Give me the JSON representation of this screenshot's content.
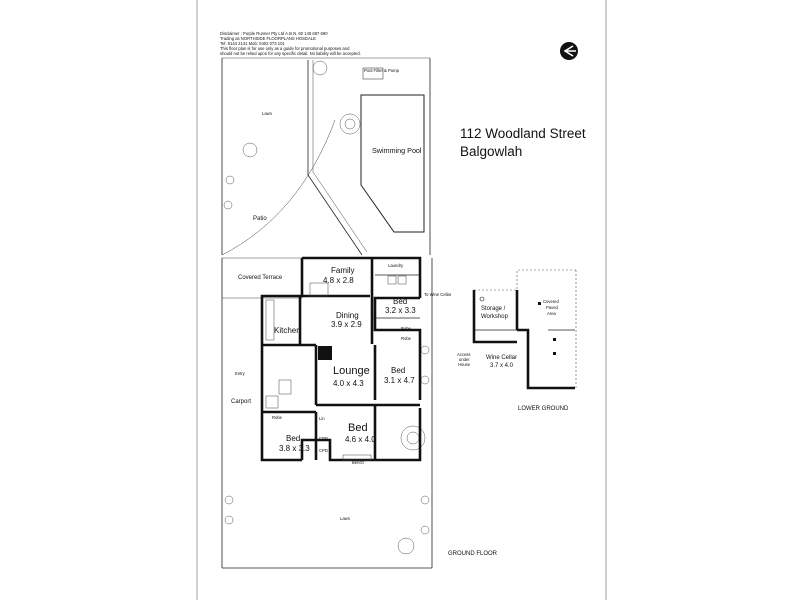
{
  "disclaimer": {
    "line1": "Disclaimer : Purple Runner Pty Ltd A.B.N. 60 140 687 690",
    "line2": "Trading as NORTHSIDE FLOORPLANS HOSDALE",
    "line3": "Tel: 9144 2141    Mob: 0402 073 101",
    "line4": "This floor plan is for use only as a guide for promotional purposes and",
    "line5": "should not be relied upon for any specific detail. No liability will be accepted."
  },
  "title": {
    "line1": "112 Woodland Street",
    "line2": "Balgowlah"
  },
  "compass_icon": "north-arrow-icon",
  "outdoor": {
    "pool_filter": "Pool Filter & Pump",
    "lawn_top": "Lawn",
    "swimming_pool": "Swimming Pool",
    "patio": "Patio",
    "covered_terrace": "Covered Terrace",
    "carport": "Carport",
    "lawn_bottom": "Lawn",
    "to_wine_cellar": "To Wine Cellar",
    "entry": "Entry"
  },
  "rooms": {
    "family": {
      "name": "Family",
      "size": "4.8 x 2.8"
    },
    "laundry": {
      "name": "Laundry"
    },
    "bed1": {
      "name": "Bed",
      "size": "3.2 x 3.3"
    },
    "robe1": "Robe",
    "robe2": "Robe",
    "dining": {
      "name": "Dining",
      "size": "3.9 x 2.9"
    },
    "kitchen": {
      "name": "Kitchen"
    },
    "lounge": {
      "name": "Lounge",
      "size": "4.0 x 4.3"
    },
    "bed2": {
      "name": "Bed",
      "size": "3.1 x 4.7"
    },
    "bed_master": {
      "name": "Bed",
      "size": "4.6 x 4.0"
    },
    "bed3": {
      "name": "Bed",
      "size": "3.8 x 3.3"
    },
    "robe3": "Robe",
    "bench": "Bench",
    "lin": "Lin",
    "cpd1": "CPD",
    "cpd2": "CPD"
  },
  "lower": {
    "storage": {
      "name": "Storage /",
      "name2": "Workshop"
    },
    "covered_paved": {
      "line1": "Covered",
      "line2": "Paved",
      "line3": "Area"
    },
    "wine_cellar": {
      "name": "Wine Cellar",
      "size": "3.7 x 4.0"
    },
    "access": {
      "line1": "Access",
      "line2": "under",
      "line3": "House"
    },
    "level_label": "LOWER GROUND"
  },
  "ground_floor_label": "GROUND FLOOR"
}
